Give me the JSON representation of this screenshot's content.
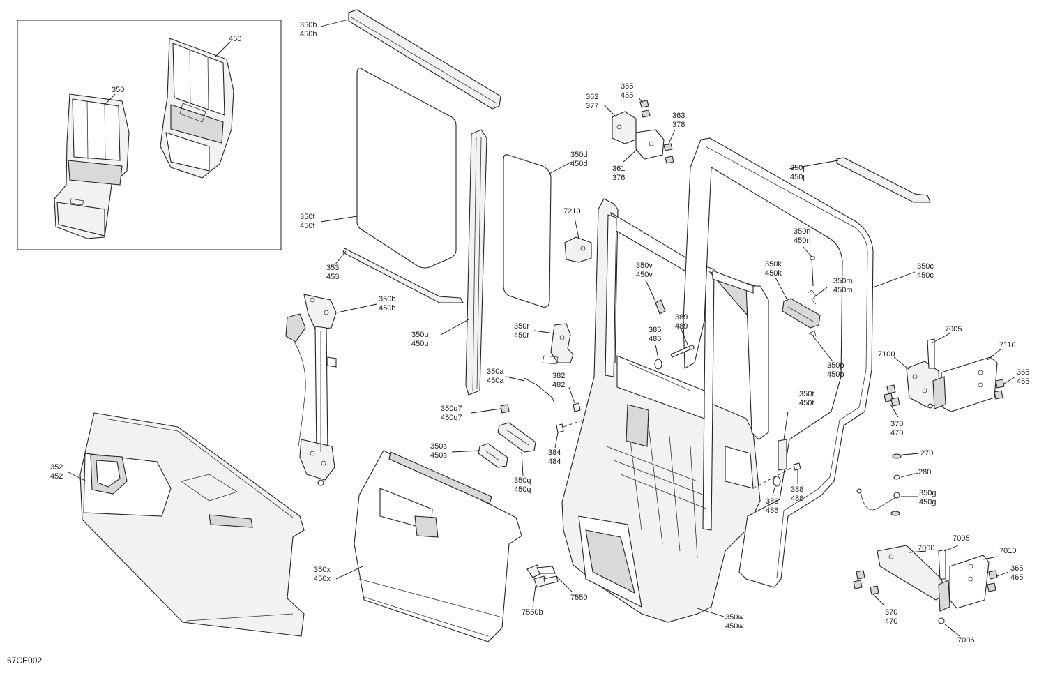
{
  "figure_code": "67CE002",
  "inset_labels": [
    {
      "id": "inset-350",
      "lines": [
        "350"
      ]
    },
    {
      "id": "inset-450",
      "lines": [
        "450"
      ]
    }
  ],
  "callouts": [
    {
      "id": "350h",
      "lines": [
        "350h",
        "450h"
      ]
    },
    {
      "id": "350f",
      "lines": [
        "350f",
        "450f"
      ]
    },
    {
      "id": "350d",
      "lines": [
        "350d",
        "450d"
      ]
    },
    {
      "id": "353",
      "lines": [
        "353",
        "453"
      ]
    },
    {
      "id": "350b",
      "lines": [
        "350b",
        "450b"
      ]
    },
    {
      "id": "350u",
      "lines": [
        "350u",
        "450u"
      ]
    },
    {
      "id": "350r",
      "lines": [
        "350r",
        "450r"
      ]
    },
    {
      "id": "350a",
      "lines": [
        "350a",
        "450a"
      ]
    },
    {
      "id": "382",
      "lines": [
        "382",
        "482"
      ]
    },
    {
      "id": "350q7",
      "lines": [
        "350q7",
        "450q7"
      ]
    },
    {
      "id": "350s",
      "lines": [
        "350s",
        "450s"
      ]
    },
    {
      "id": "384",
      "lines": [
        "384",
        "484"
      ]
    },
    {
      "id": "350q",
      "lines": [
        "350q",
        "450q"
      ]
    },
    {
      "id": "352",
      "lines": [
        "352",
        "452"
      ]
    },
    {
      "id": "350x",
      "lines": [
        "350x",
        "450x"
      ]
    },
    {
      "id": "7550b",
      "lines": [
        "7550b"
      ]
    },
    {
      "id": "7550",
      "lines": [
        "7550"
      ]
    },
    {
      "id": "7210",
      "lines": [
        "7210"
      ]
    },
    {
      "id": "362",
      "lines": [
        "362",
        "377"
      ]
    },
    {
      "id": "355",
      "lines": [
        "355",
        "455"
      ]
    },
    {
      "id": "363",
      "lines": [
        "363",
        "378"
      ]
    },
    {
      "id": "361",
      "lines": [
        "361",
        "376"
      ]
    },
    {
      "id": "350v",
      "lines": [
        "350v",
        "450v"
      ]
    },
    {
      "id": "389",
      "lines": [
        "389",
        "489"
      ]
    },
    {
      "id": "386a",
      "lines": [
        "386",
        "486"
      ]
    },
    {
      "id": "350j",
      "lines": [
        "350j",
        "450j"
      ]
    },
    {
      "id": "350n",
      "lines": [
        "350n",
        "450n"
      ]
    },
    {
      "id": "350k",
      "lines": [
        "350k",
        "450k"
      ]
    },
    {
      "id": "350m",
      "lines": [
        "350m",
        "450m"
      ]
    },
    {
      "id": "350c",
      "lines": [
        "350c",
        "450c"
      ]
    },
    {
      "id": "350p",
      "lines": [
        "350p",
        "450p"
      ]
    },
    {
      "id": "350t",
      "lines": [
        "350t",
        "450t"
      ]
    },
    {
      "id": "386b",
      "lines": [
        "386",
        "486"
      ]
    },
    {
      "id": "388",
      "lines": [
        "388",
        "488"
      ]
    },
    {
      "id": "350w",
      "lines": [
        "350w",
        "450w"
      ]
    },
    {
      "id": "7005a",
      "lines": [
        "7005"
      ]
    },
    {
      "id": "7100",
      "lines": [
        "7100"
      ]
    },
    {
      "id": "7110",
      "lines": [
        "7110"
      ]
    },
    {
      "id": "365a",
      "lines": [
        "365",
        "465"
      ]
    },
    {
      "id": "370a",
      "lines": [
        "370",
        "470"
      ]
    },
    {
      "id": "270",
      "lines": [
        "270"
      ]
    },
    {
      "id": "280",
      "lines": [
        "280"
      ]
    },
    {
      "id": "350g",
      "lines": [
        "350g",
        "450g"
      ]
    },
    {
      "id": "7000",
      "lines": [
        "7000"
      ]
    },
    {
      "id": "7005b",
      "lines": [
        "7005"
      ]
    },
    {
      "id": "7010",
      "lines": [
        "7010"
      ]
    },
    {
      "id": "365b",
      "lines": [
        "365",
        "465"
      ]
    },
    {
      "id": "370b",
      "lines": [
        "370",
        "470"
      ]
    },
    {
      "id": "7006",
      "lines": [
        "7006"
      ]
    }
  ]
}
